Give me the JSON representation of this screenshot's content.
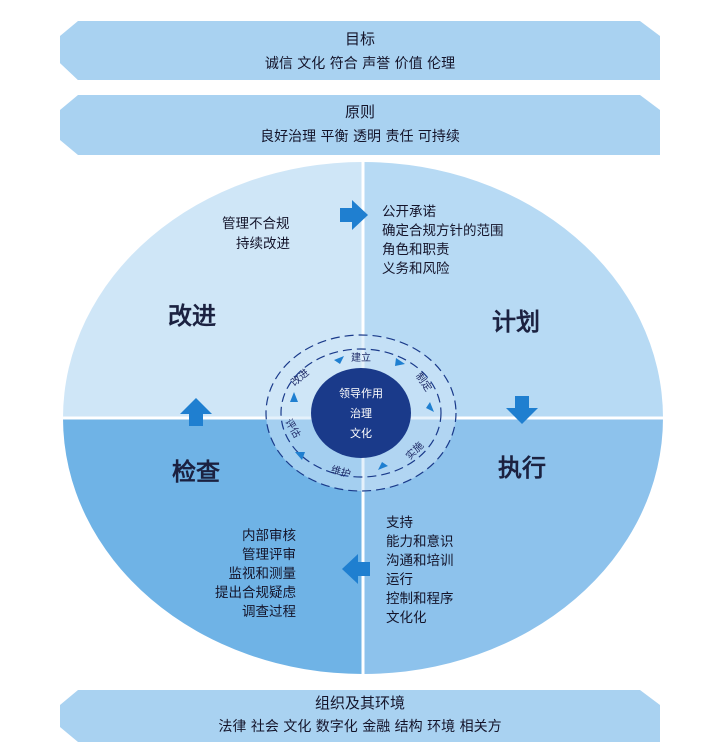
{
  "objectives": {
    "title": "目标",
    "items": "诚信 文化 符合 声誉 价值 伦理"
  },
  "principles": {
    "title": "原则",
    "items": "良好治理 平衡 透明 责任 可持续"
  },
  "quadrants": {
    "improve": {
      "title": "改进",
      "items": [
        "管理不合规",
        "持续改进"
      ]
    },
    "plan": {
      "title": "计划",
      "items": [
        "公开承诺",
        "确定合规方针的范围",
        "角色和职责",
        "义务和风险"
      ]
    },
    "check": {
      "title": "检查",
      "items": [
        "内部审核",
        "管理评审",
        "监视和测量",
        "提出合规疑虑",
        "调查过程"
      ]
    },
    "do": {
      "title": "执行",
      "items": [
        "支持",
        "能力和意识",
        "沟通和培训",
        "运行",
        "控制和程序",
        "文化化"
      ]
    }
  },
  "cycle": {
    "labels": [
      "建立",
      "制定",
      "实施",
      "维护",
      "评估",
      "改进"
    ],
    "core": [
      "领导作用",
      "治理",
      "文化"
    ]
  },
  "context": {
    "title": "组织及其环境",
    "items": "法律 社会 文化 数字化 金融 结构 环境 相关方"
  },
  "colors": {
    "band": "#a9d2f1",
    "band_edge": "#8cbfe8",
    "quad_tl": "#cfe6f7",
    "quad_tr": "#b7daf4",
    "quad_bl": "#6fb3e6",
    "quad_br": "#8dc2ec",
    "arrow": "#1f7fd0",
    "core": "#1a3a8a"
  }
}
